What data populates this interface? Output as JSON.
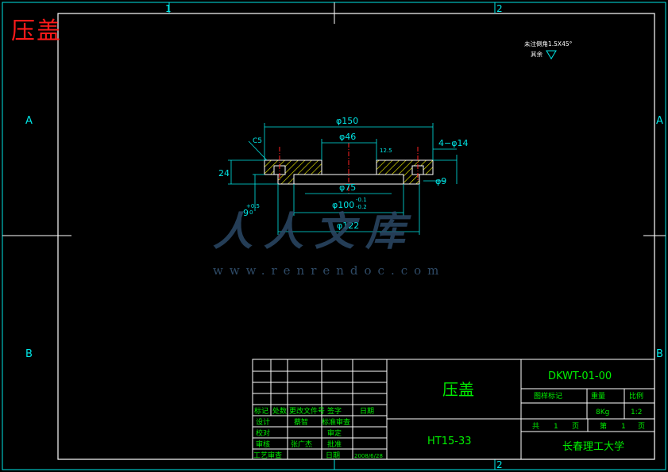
{
  "title_overlay": "压盖",
  "watermark": {
    "cn": "人人文库",
    "url": "www.renrendoc.com"
  },
  "grid_labels": {
    "col1": "1",
    "col2": "2",
    "row_a": "A",
    "row_b": "B"
  },
  "notes": {
    "line1": "未注倒角1.5X45°",
    "line2": "其余"
  },
  "dims": {
    "d150": "φ150",
    "d46": "φ46",
    "d75": "φ75",
    "d100": "φ100",
    "d100_tol_up": "-0.1",
    "d100_tol_lo": "-0.2",
    "d122": "φ122",
    "holes": "4−φ14",
    "d9": "φ9",
    "h24": "24",
    "h9": "9",
    "h9_tol_up": "+0.5",
    "h9_tol_lo": "0",
    "c5": "C5",
    "r125": "12.5"
  },
  "title_block": {
    "part_name": "压盖",
    "drawing_no": "DKWT-01-00",
    "material": "HT15-33",
    "school": "长春理工大学",
    "col_headers": [
      "标记",
      "处数",
      "更改文件号",
      "签字",
      "日期"
    ],
    "rows": [
      [
        "设计",
        "蔡智",
        "标准审查"
      ],
      [
        "校对",
        "",
        "审定"
      ],
      [
        "审核",
        "张广杰",
        "批准"
      ],
      [
        "工艺审查",
        "",
        "日期",
        "2008/6/28"
      ]
    ],
    "stage_label": "图样标记",
    "mass_label": "重量",
    "scale_label": "比例",
    "mass": "8Kg",
    "scale": "1:2",
    "sheet_total": [
      "共",
      "1",
      "页"
    ],
    "sheet_no": [
      "第",
      "1",
      "页"
    ]
  }
}
